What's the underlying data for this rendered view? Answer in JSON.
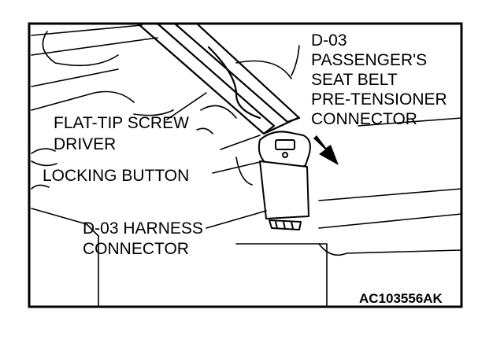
{
  "diagram": {
    "figure_code": "AC103556AK",
    "labels": {
      "connector_line1": "D-03",
      "connector_line2": "PASSENGER'S",
      "connector_line3": "SEAT BELT",
      "connector_line4": "PRE-TENSIONER",
      "connector_line5": "CONNECTOR",
      "screwdriver_line1": "FLAT-TIP SCREW",
      "screwdriver_line2": "DRIVER",
      "locking_button": "LOCKING BUTTON",
      "harness_line1": "D-03 HARNESS",
      "harness_line2": "CONNECTOR"
    }
  }
}
